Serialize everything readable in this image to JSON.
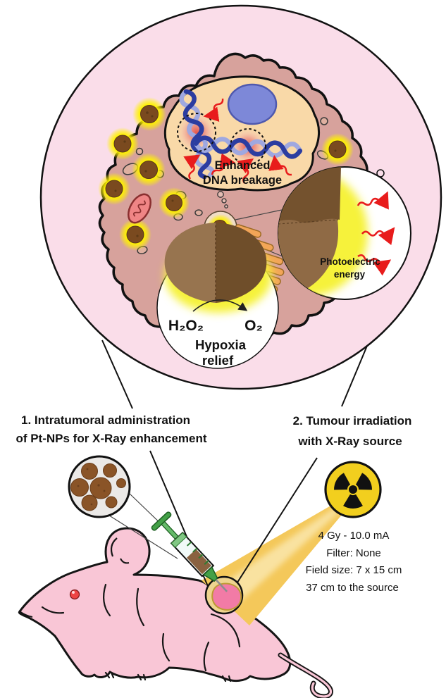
{
  "figure": {
    "cell_view": {
      "dna_label_line1": "Enhanced",
      "dna_label_line2": "DNA breakage",
      "photoelectric_line1": "Photoelectric",
      "photoelectric_line2": "energy",
      "h2o2": "H₂O₂",
      "o2": "O₂",
      "hypoxia_line1": "Hypoxia",
      "hypoxia_line2": "relief"
    },
    "steps": {
      "step1_line1": "1. Intratumoral administration",
      "step1_line2": "of Pt-NPs for X-Ray enhancement",
      "step2_line1": "2. Tumour irradiation",
      "step2_line2": "with X-Ray source"
    },
    "irradiation_params": {
      "lines": [
        "4 Gy - 10.0 mA",
        "Filter: None",
        "Field size: 7 x 15 cm",
        "37 cm to the source"
      ]
    },
    "icons": {
      "radiation": "radiation-trefoil-icon",
      "syringe": "syringe-icon",
      "nanoparticles": "platinum-nanoparticles"
    },
    "colors": {
      "outer_circle_pink": "#fadde9",
      "cell_body": "#d7a29c",
      "nucleus": "#f9d9a8",
      "nucleolus": "#7d88d8",
      "dna_dark_blue": "#2c3da0",
      "dna_light_blue": "#9fa8e0",
      "glow_yellow": "#fff200",
      "nanoparticle_brown": "#7a4a1f",
      "arrow_red": "#e81c1c",
      "beam_gold": "#f4c85a",
      "radiation_yellow": "#f2cf1e",
      "mouse_pink": "#f9c6d6",
      "tumour_pink": "#f27ba6"
    }
  }
}
